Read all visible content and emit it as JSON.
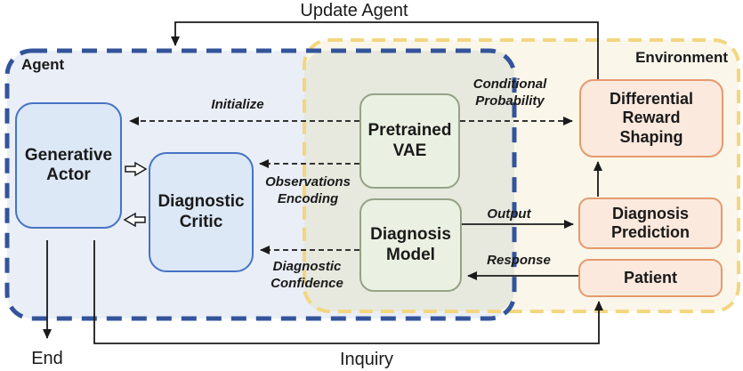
{
  "regions": {
    "agent": {
      "label": "Agent"
    },
    "environment": {
      "label": "Environment"
    }
  },
  "boxes": {
    "generative_actor": {
      "label": "Generative\nActor"
    },
    "diagnostic_critic": {
      "label": "Diagnostic\nCritic"
    },
    "pretrained_vae": {
      "label": "Pretrained\nVAE"
    },
    "diagnosis_model": {
      "label": "Diagnosis\nModel"
    },
    "differential_reward_shaping": {
      "label": "Differential\nReward\nShaping"
    },
    "diagnosis_prediction": {
      "label": "Diagnosis\nPrediction"
    },
    "patient": {
      "label": "Patient"
    }
  },
  "edges": {
    "update_agent": {
      "label": "Update Agent"
    },
    "initialize": {
      "label": "Initialize"
    },
    "conditional_probability": {
      "label": "Conditional\nProbability"
    },
    "observations_encoding": {
      "label": "Observations\nEncoding"
    },
    "diagnostic_confidence": {
      "label": "Diagnostic\nConfidence"
    },
    "output": {
      "label": "Output"
    },
    "response": {
      "label": "Response"
    },
    "end": {
      "label": "End"
    },
    "inquiry": {
      "label": "Inquiry"
    }
  },
  "colors": {
    "agent_fill": "#e9eef7",
    "agent_border": "#33549b",
    "environment_fill": "#faf6e9",
    "environment_border": "#f3d67f",
    "overlap_fill": "#e7e9df",
    "blue_box_fill": "#dce8f6",
    "blue_box_border": "#4673c4",
    "green_box_fill": "#ebf1e2",
    "green_box_border": "#95a287",
    "orange_box_fill": "#fbe9dd",
    "orange_box_border": "#e59a6d",
    "line": "#1a1a1a"
  }
}
